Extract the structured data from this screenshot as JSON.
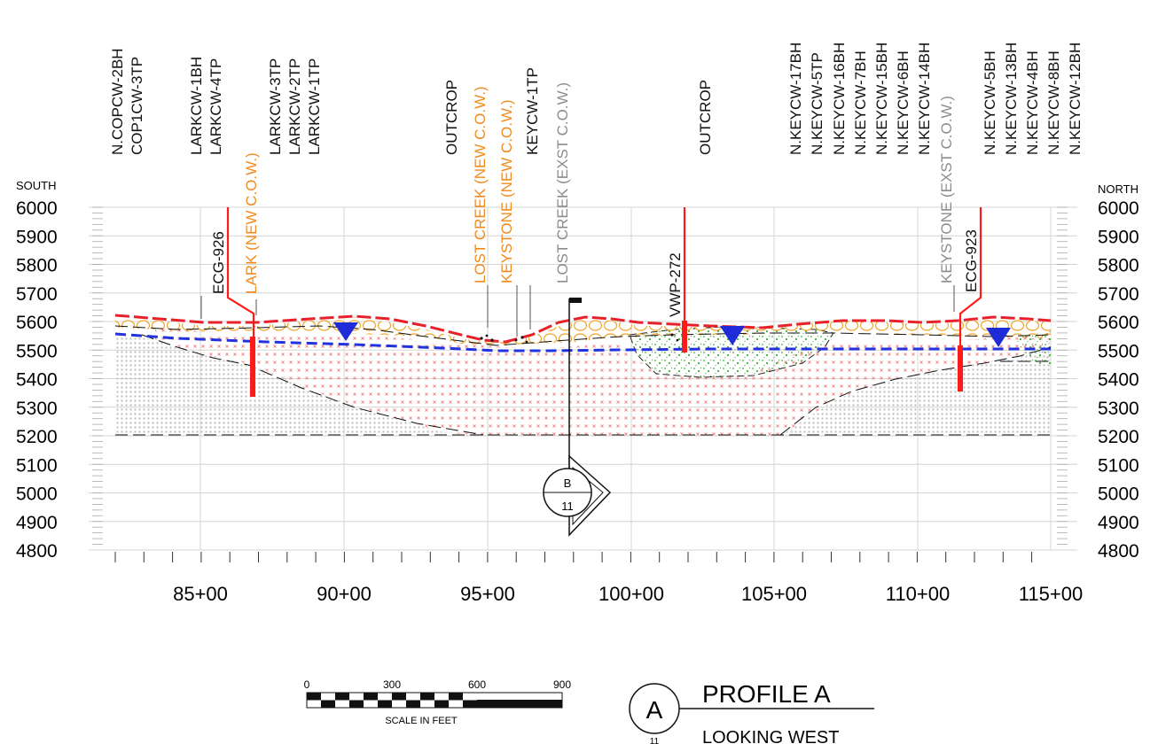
{
  "colors": {
    "ground_surface": "#e8202a",
    "water_table": "#2233dd",
    "boring": "#ff1a1a",
    "new_cow": "#f08a1c",
    "existing_cow": "#8c8c8c",
    "water_marker": "#1f2bd6",
    "gravel": "#f0a42a",
    "clay_hatch": "#f08a8a",
    "sand_dots": "#c4c4c4",
    "green_fill": "#3fae3f"
  },
  "axes": {
    "left_direction": "SOUTH",
    "right_direction": "NORTH",
    "elevation_ticks": [
      "6000",
      "5900",
      "5800",
      "5700",
      "5600",
      "5500",
      "5400",
      "5300",
      "5200",
      "5100",
      "5000",
      "4900",
      "4800"
    ],
    "station_ticks": [
      "85+00",
      "90+00",
      "95+00",
      "100+00",
      "105+00",
      "110+00",
      "115+00"
    ]
  },
  "top_labels": {
    "n_copcw_2bh": "N.COPCW-2BH",
    "cop1cw_3tp": "COP1CW-3TP",
    "larkcw_1bh": "LARKCW-1BH",
    "larkcw_4tp": "LARKCW-4TP",
    "lark_new_cow": "LARK (NEW C.O.W.)",
    "larkcw_3tp": "LARKCW-3TP",
    "larkcw_2tp": "LARKCW-2TP",
    "larkcw_1tp": "LARKCW-1TP",
    "outcrop_1": "OUTCROP",
    "lost_creek_new_cow": "LOST CREEK (NEW C.O.W.)",
    "keystone_new_cow": "KEYSTONE (NEW C.O.W.)",
    "keycw_1tp": "KEYCW-1TP",
    "lost_creek_exst_cow": "LOST CREEK (EXST C.O.W.)",
    "outcrop_2": "OUTCROP",
    "n_keycw_17bh": "N.KEYCW-17BH",
    "n_keycw_5tp": "N.KEYCW-5TP",
    "n_keycw_16bh": "N.KEYCW-16BH",
    "n_keycw_7bh": "N.KEYCW-7BH",
    "n_keycw_15bh": "N.KEYCW-15BH",
    "n_keycw_6bh": "N.KEYCW-6BH",
    "n_keycw_14bh": "N.KEYCW-14BH",
    "keystone_exst_cow": "KEYSTONE (EXST C.O.W.)",
    "n_keycw_5bh": "N.KEYCW-5BH",
    "n_keycw_13bh": "N.KEYCW-13BH",
    "n_keycw_4bh": "N.KEYCW-4BH",
    "n_keycw_8bh": "N.KEYCW-8BH",
    "n_keycw_12bh": "N.KEYCW-12BH"
  },
  "borings": {
    "ecg_926": "ECG-926",
    "vwp_272": "VWP-272",
    "ecg_923": "ECG-923"
  },
  "section_callout": {
    "letter": "B",
    "sheet": "11"
  },
  "scale_bar": {
    "ticks": [
      "0",
      "300",
      "600",
      "900"
    ],
    "caption": "SCALE IN FEET"
  },
  "title_block": {
    "letter": "A",
    "sheet": "11",
    "title": "PROFILE A",
    "subtitle": "LOOKING WEST"
  }
}
